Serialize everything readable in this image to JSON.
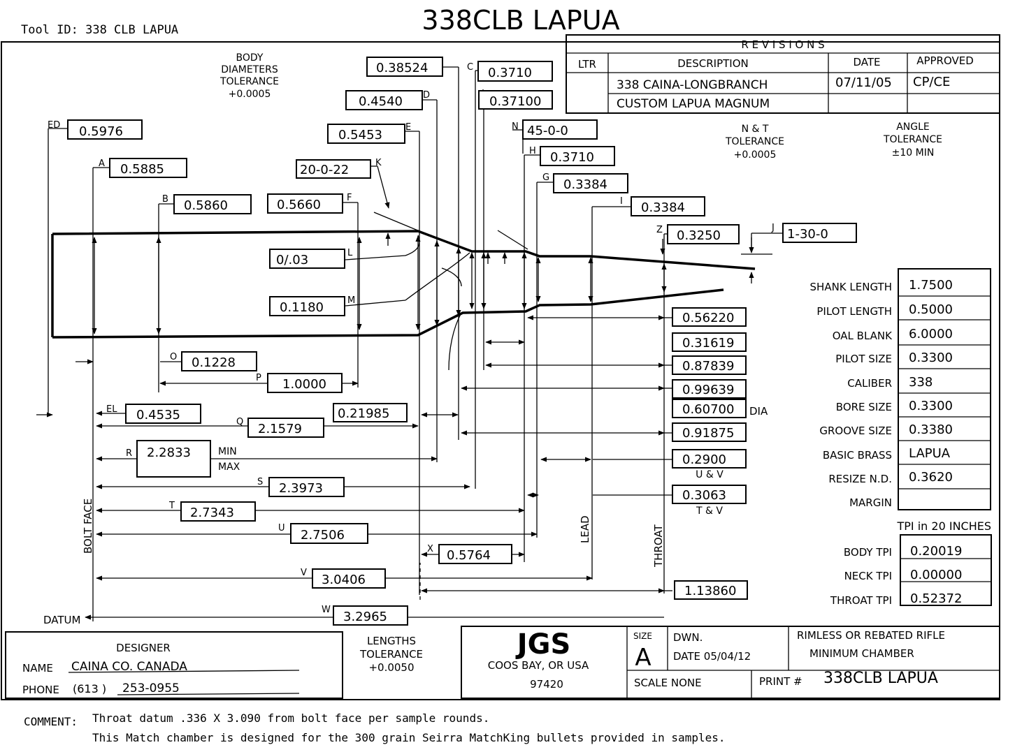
{
  "tool_id": "Tool ID:  338 CLB LAPUA",
  "title": "338CLB LAPUA",
  "revisions": {
    "title": "R E V I S I O N S",
    "headers": {
      "ltr": "LTR",
      "description": "DESCRIPTION",
      "date": "DATE",
      "approved": "APPROVED"
    },
    "row1": {
      "description": "338 CAINA-LONGBRANCH",
      "date": "07/11/05",
      "approved": "CP/CE"
    },
    "row2": {
      "description": "CUSTOM LAPUA MAGNUM"
    }
  },
  "tolerances": {
    "body": [
      "BODY",
      "DIAMETERS",
      "TOLERANCE",
      "+0.0005"
    ],
    "nt": [
      "N & T",
      "TOLERANCE",
      "+0.0005"
    ],
    "angle": [
      "ANGLE",
      "TOLERANCE",
      "±10 MIN"
    ],
    "lengths": [
      "LENGTHS",
      "TOLERANCE",
      "+0.0050"
    ]
  },
  "dims": {
    "ed": {
      "letter": "ED",
      "value": "0.5976"
    },
    "a": {
      "letter": "A",
      "value": "0.5885"
    },
    "b": {
      "letter": "B",
      "value": "0.5860"
    },
    "c": {
      "letter": "C",
      "value": "0.3710"
    },
    "c2": {
      "value": "0.37100"
    },
    "c_left": {
      "value": "0.38524"
    },
    "d": {
      "letter": "D",
      "value": "0.4540"
    },
    "e": {
      "letter": "E",
      "value": "0.5453"
    },
    "k": {
      "letter": "K",
      "value": "20-0-22"
    },
    "f": {
      "letter": "F",
      "value": "0.5660"
    },
    "n": {
      "letter": "N",
      "value": "45-0-0"
    },
    "h": {
      "letter": "H",
      "value": "0.3710"
    },
    "g": {
      "letter": "G",
      "value": "0.3384"
    },
    "i": {
      "letter": "I",
      "value": "0.3384"
    },
    "z": {
      "letter": "Z",
      "value": "0.3250"
    },
    "j": {
      "letter": "J",
      "value": "1-30-0"
    },
    "l": {
      "letter": "L",
      "value": "0/.03"
    },
    "m": {
      "letter": "M",
      "value": "0.1180"
    },
    "o": {
      "letter": "O",
      "value": "0.1228"
    },
    "p": {
      "letter": "P",
      "value": "1.0000"
    },
    "el": {
      "letter": "EL",
      "value": "0.4535"
    },
    "q": {
      "letter": "Q",
      "value": "2.1579"
    },
    "q2": {
      "value": "0.21985"
    },
    "r": {
      "letter": "R",
      "value": "2.2833",
      "min": "MIN",
      "max": "MAX"
    },
    "s": {
      "letter": "S",
      "value": "2.3973"
    },
    "t": {
      "letter": "T",
      "value": "2.7343"
    },
    "u": {
      "letter": "U",
      "value": "2.7506"
    },
    "x": {
      "letter": "X",
      "value": "0.5764"
    },
    "v": {
      "letter": "V",
      "value": "3.0406"
    },
    "w": {
      "letter": "W",
      "value": "3.2965"
    }
  },
  "right_dims": [
    {
      "value": "0.56220"
    },
    {
      "value": "0.31619"
    },
    {
      "value": "0.87839"
    },
    {
      "value": "0.99639"
    },
    {
      "value": "0.60700"
    },
    {
      "value": "0.91875"
    },
    {
      "value": "0.2900"
    },
    {
      "value": "0.3063"
    },
    {
      "value": "1.13860"
    }
  ],
  "labels": {
    "dia": "DIA",
    "u_v": "U & V",
    "t_v": "T & V",
    "bolt_face": "BOLT FACE",
    "lead": "LEAD",
    "throat": "THROAT",
    "datum": "DATUM"
  },
  "specs": [
    {
      "label": "SHANK LENGTH",
      "value": "1.7500"
    },
    {
      "label": "PILOT LENGTH",
      "value": "0.5000"
    },
    {
      "label": "OAL BLANK",
      "value": "6.0000"
    },
    {
      "label": "PILOT SIZE",
      "value": "0.3300"
    },
    {
      "label": "CALIBER",
      "value": "338"
    },
    {
      "label": "BORE SIZE",
      "value": "0.3300"
    },
    {
      "label": "GROOVE SIZE",
      "value": "0.3380"
    },
    {
      "label": "BASIC BRASS",
      "value": "LAPUA"
    },
    {
      "label": "RESIZE N.D.",
      "value": "0.3620"
    },
    {
      "label": "MARGIN",
      "value": ""
    }
  ],
  "tpi": {
    "heading": "TPI  in 20 INCHES",
    "rows": [
      {
        "label": "BODY TPI",
        "value": "0.20019"
      },
      {
        "label": "NECK TPI",
        "value": "0.00000"
      },
      {
        "label": "THROAT TPI",
        "value": "0.52372"
      }
    ]
  },
  "title_block": {
    "designer": "DESIGNER",
    "name_label": "NAME",
    "name": "CAINA CO. CANADA",
    "phone_label": "PHONE",
    "phone_area": "(613 )",
    "phone": "253-0955",
    "company": "JGS",
    "city": "COOS BAY,  OR USA",
    "zip": "97420",
    "size_label": "SIZE",
    "size": "A",
    "dwn": "DWN.",
    "date": "DATE  05/04/12",
    "scale": "SCALE    NONE",
    "desc1": "RIMLESS OR REBATED RIFLE",
    "desc2": "MINIMUM CHAMBER",
    "print_label": "PRINT #",
    "print_value": "338CLB LAPUA"
  },
  "comment": {
    "label": "COMMENT:",
    "line1": "Throat datum .336 X 3.090 from bolt face per sample rounds.",
    "line2": "This Match chamber is designed for the 300 grain Seirra MatchKing bullets provided in samples."
  }
}
